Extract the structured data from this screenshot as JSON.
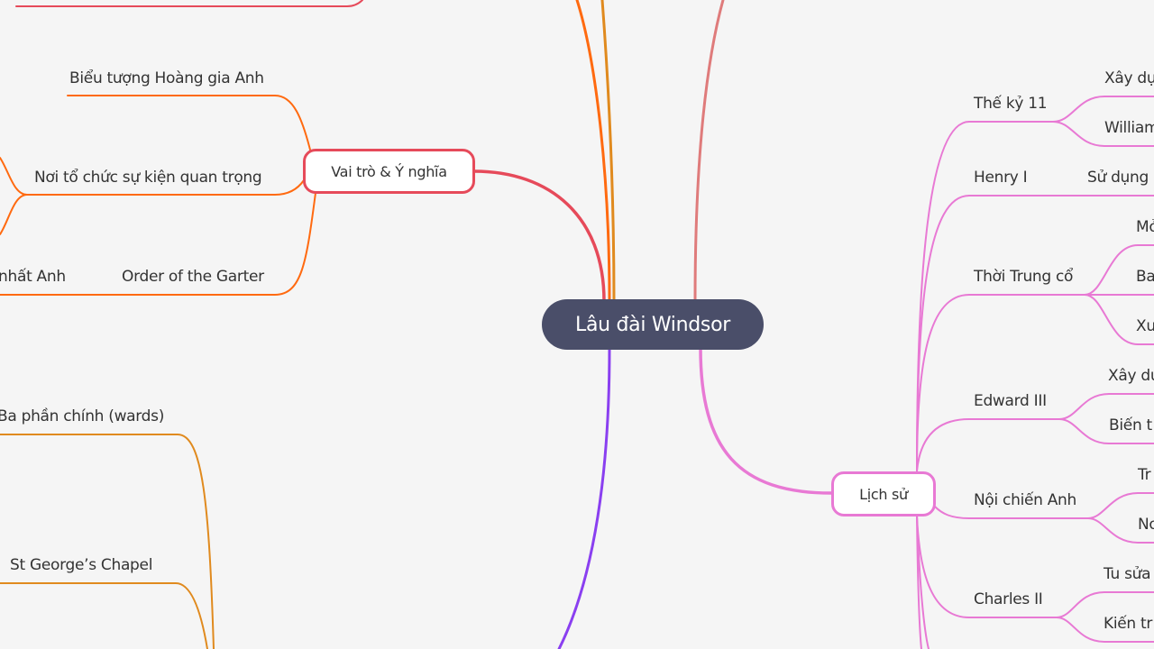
{
  "root": {
    "label": "Lâu đài Windsor",
    "color": "#4a4e69"
  },
  "colors": {
    "role": "#e64a5a",
    "role_children": "#ff6a10",
    "amber": "#e08a1e",
    "salmon": "#df7b7b",
    "purple": "#8a3ff0",
    "history": "#e879d4"
  },
  "role": {
    "label": "Vai trò & Ý nghĩa",
    "children": [
      "Biểu tượng Hoàng gia Anh",
      "Nơi tổ chức sự kiện quan trọng",
      "Order of the Garter"
    ],
    "partial_left": "nhất Anh"
  },
  "structure": {
    "children": [
      "Ba phần chính (wards)",
      "St George’s Chapel"
    ]
  },
  "history": {
    "label": "Lịch sử",
    "children": [
      {
        "label": "Thế kỷ 11",
        "children": [
          "Xây dự",
          "William"
        ]
      },
      {
        "label": "Henry I",
        "children": [
          "Sử dụng"
        ]
      },
      {
        "label": "Thời Trung cổ",
        "children": [
          "Mở",
          "Ba",
          "Xu"
        ]
      },
      {
        "label": "Edward III",
        "children": [
          "Xây dự",
          "Biến t"
        ]
      },
      {
        "label": "Nội chiến Anh",
        "children": [
          "Tr",
          "No"
        ]
      },
      {
        "label": "Charles II",
        "children": [
          "Tu sửa",
          "Kiến tr"
        ]
      }
    ]
  }
}
